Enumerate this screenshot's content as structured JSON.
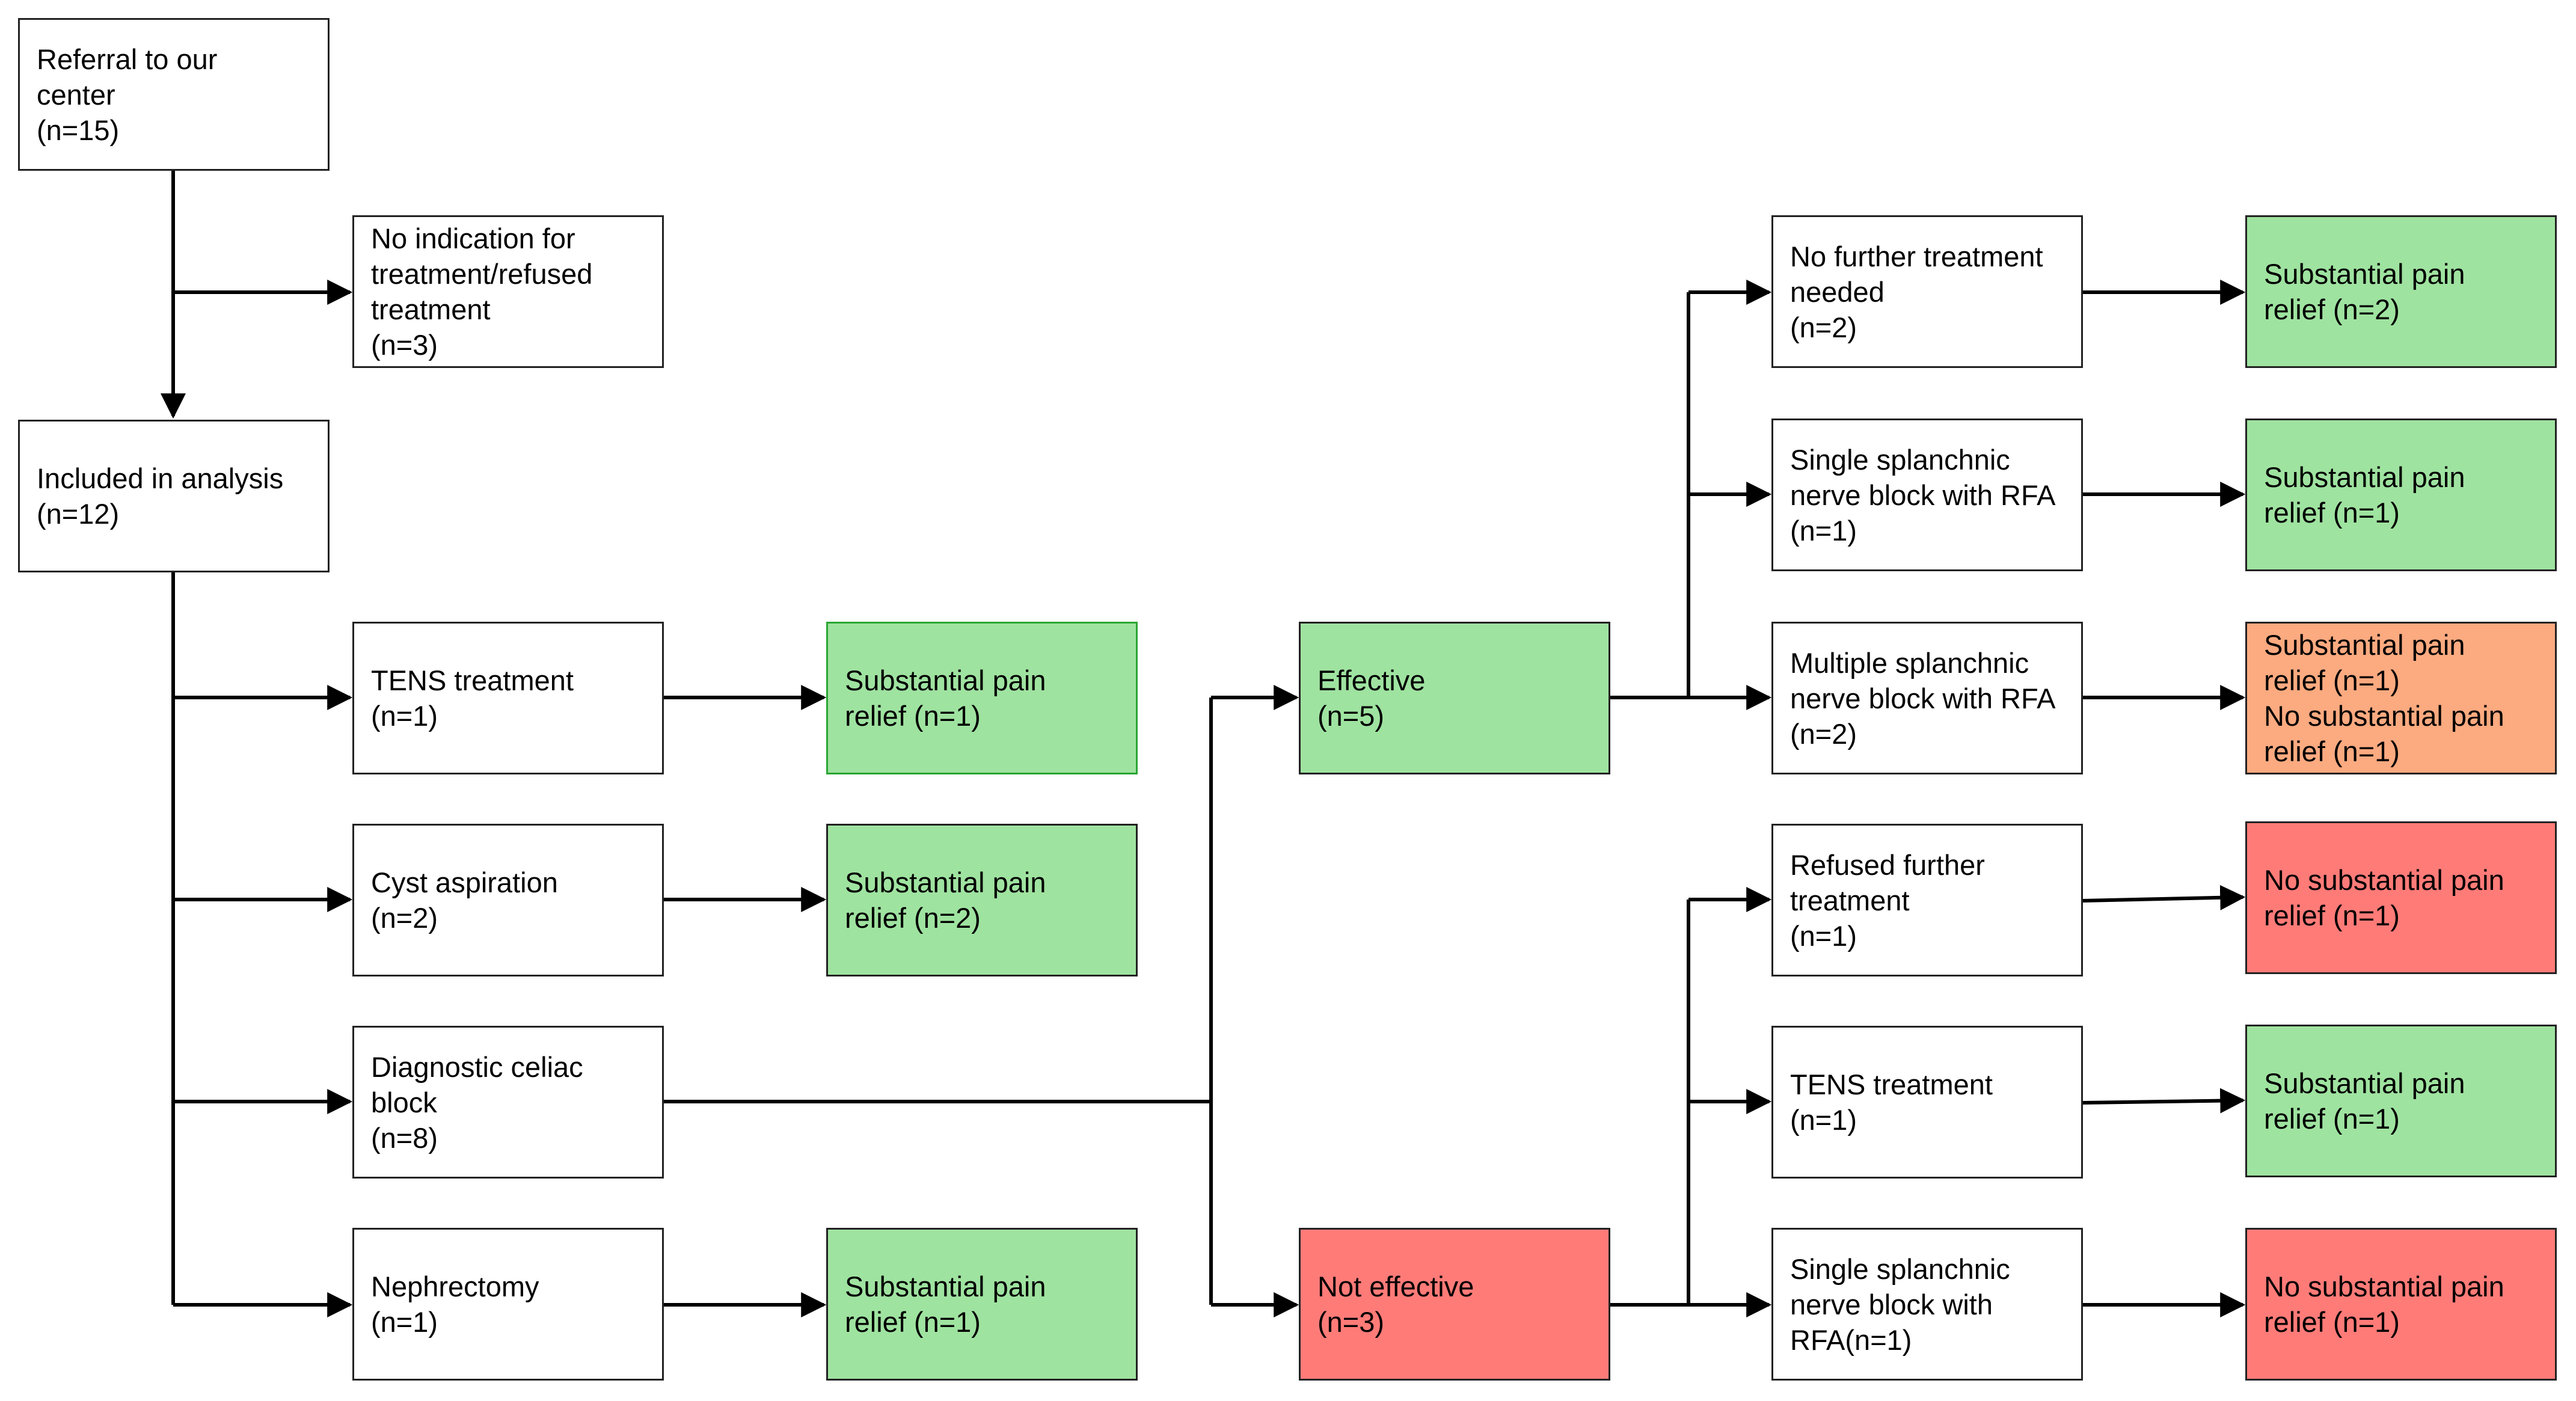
{
  "colors": {
    "relief": "#9fe3a0",
    "no_relief": "#ff7b78",
    "mixed": "#fcaa80",
    "line": "#000000"
  },
  "nodes": {
    "referral": "Referral to our\ncenter\n(n=15)",
    "no_indication": "No indication for\ntreatment/refused\ntreatment\n(n=3)",
    "included": "Included in analysis\n(n=12)",
    "tens": "TENS treatment\n(n=1)",
    "tens_result": "Substantial pain\nrelief (n=1)",
    "cyst": "Cyst aspiration\n(n=2)",
    "cyst_result": "Substantial pain\nrelief (n=2)",
    "celiac": "Diagnostic celiac\nblock\n(n=8)",
    "nephrectomy": "Nephrectomy\n(n=1)",
    "nephrectomy_result": "Substantial pain\nrelief (n=1)",
    "effective": "Effective\n(n=5)",
    "not_effective": "Not effective\n(n=3)",
    "no_further": "No further treatment\nneeded\n(n=2)",
    "no_further_result": "Substantial pain\nrelief (n=2)",
    "single_rfa": "Single splanchnic\nnerve block with RFA\n(n=1)",
    "single_rfa_result": "Substantial pain\nrelief (n=1)",
    "multiple_rfa": "Multiple splanchnic\nnerve block with RFA\n(n=2)",
    "multiple_rfa_result": "Substantial pain\nrelief (n=1)\nNo substantial pain\nrelief (n=1)",
    "refused": "Refused further\ntreatment\n(n=1)",
    "refused_result": "No substantial pain\nrelief (n=1)",
    "tens2": "TENS treatment\n(n=1)",
    "tens2_result": "Substantial pain\nrelief (n=1)",
    "single_rfa2": "Single splanchnic\nnerve block with\nRFA(n=1)",
    "single_rfa2_result": "No substantial pain\nrelief (n=1)"
  }
}
